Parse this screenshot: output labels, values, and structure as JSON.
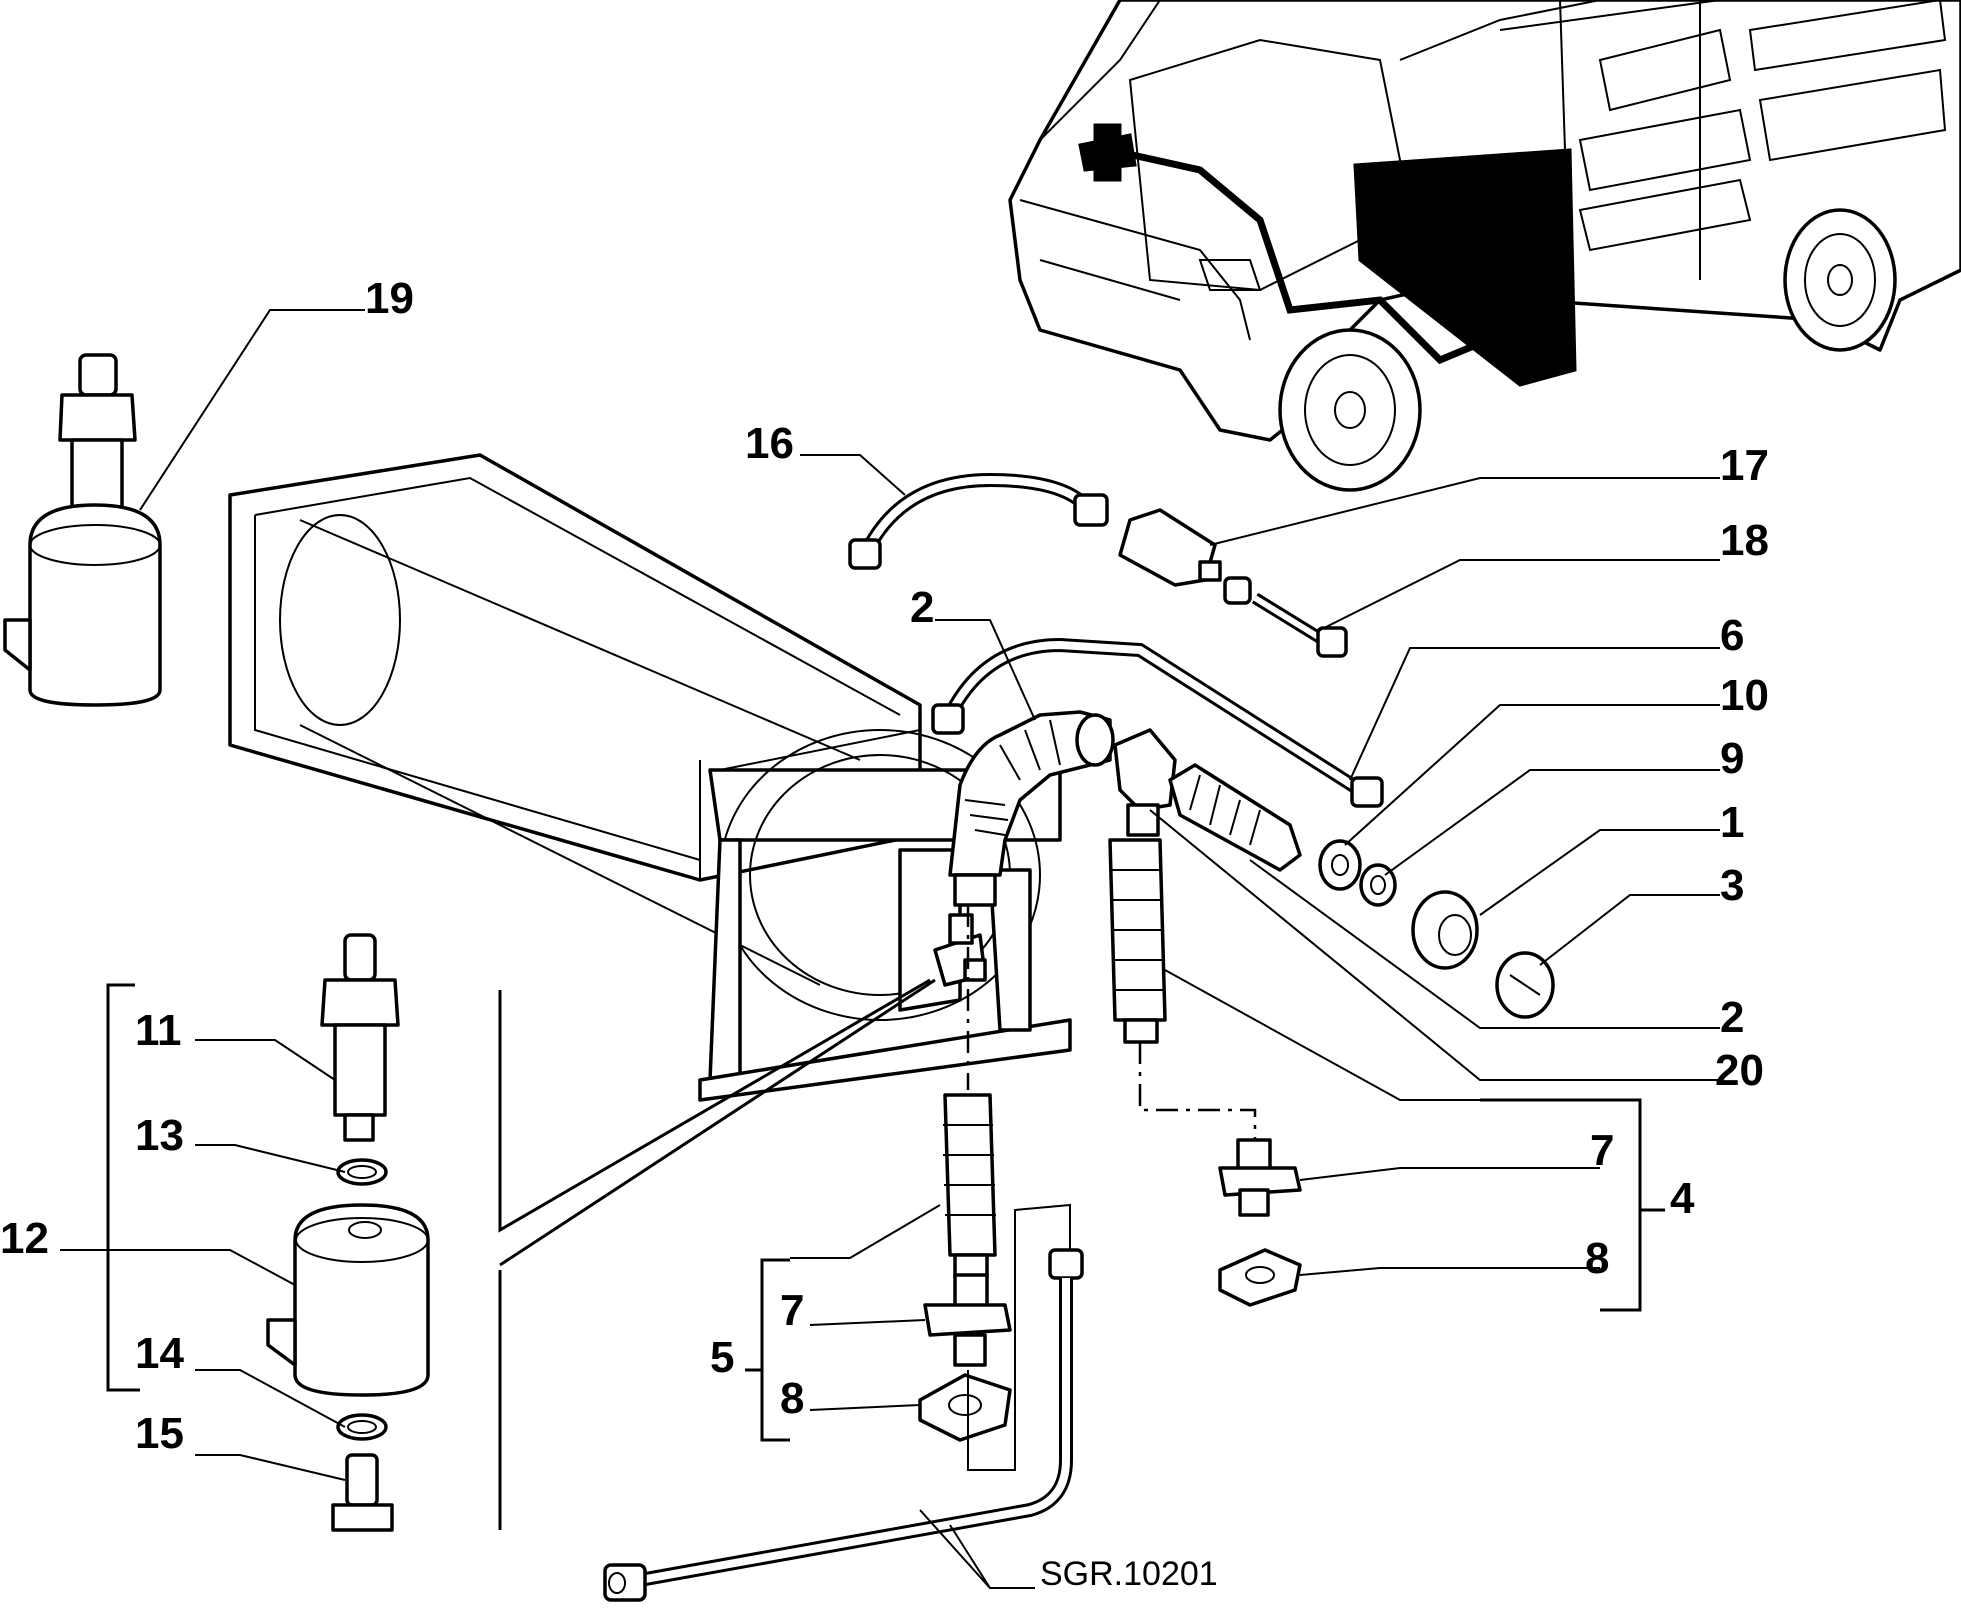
{
  "diagram": {
    "reference_code": "SGR.10201",
    "labels": {
      "l1": "1",
      "l2a": "2",
      "l2b": "2",
      "l3": "3",
      "l4": "4",
      "l5": "5",
      "l6": "6",
      "l7a": "7",
      "l7b": "7",
      "l8a": "8",
      "l8b": "8",
      "l9": "9",
      "l10": "10",
      "l11": "11",
      "l12": "12",
      "l13": "13",
      "l14": "14",
      "l15": "15",
      "l16": "16",
      "l17": "17",
      "l18": "18",
      "l19": "19",
      "l20": "20"
    }
  }
}
